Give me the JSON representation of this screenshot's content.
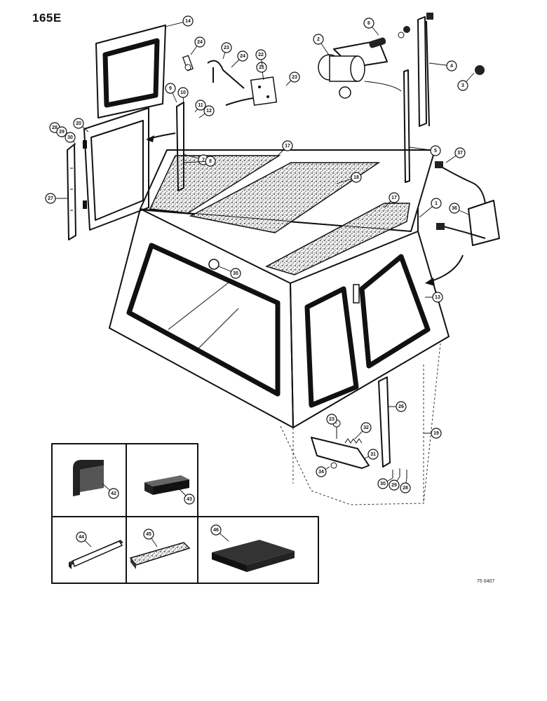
{
  "page_code": "165E",
  "drawing_number": "75 0407",
  "callouts": [
    {
      "id": "c1",
      "label": "1"
    },
    {
      "id": "c2",
      "label": "2"
    },
    {
      "id": "c3",
      "label": "3"
    },
    {
      "id": "c4",
      "label": "4"
    },
    {
      "id": "c5",
      "label": "5"
    },
    {
      "id": "c6",
      "label": "6"
    },
    {
      "id": "c7",
      "label": "7"
    },
    {
      "id": "c8",
      "label": "8"
    },
    {
      "id": "c9",
      "label": "9"
    },
    {
      "id": "c10",
      "label": "10"
    },
    {
      "id": "c11",
      "label": "11"
    },
    {
      "id": "c12",
      "label": "12"
    },
    {
      "id": "c13",
      "label": "13"
    },
    {
      "id": "c14",
      "label": "14"
    },
    {
      "id": "c17a",
      "label": "17"
    },
    {
      "id": "c17b",
      "label": "17"
    },
    {
      "id": "c18",
      "label": "18"
    },
    {
      "id": "c19",
      "label": "19"
    },
    {
      "id": "c20",
      "label": "20"
    },
    {
      "id": "c21",
      "label": "21"
    },
    {
      "id": "c22",
      "label": "22"
    },
    {
      "id": "c23a",
      "label": "23"
    },
    {
      "id": "c23b",
      "label": "23"
    },
    {
      "id": "c23c",
      "label": "23"
    },
    {
      "id": "c24a",
      "label": "24"
    },
    {
      "id": "c24b",
      "label": "24"
    },
    {
      "id": "c26",
      "label": "26"
    },
    {
      "id": "c27",
      "label": "27"
    },
    {
      "id": "c28a",
      "label": "28"
    },
    {
      "id": "c28b",
      "label": "28"
    },
    {
      "id": "c29a",
      "label": "29"
    },
    {
      "id": "c29b",
      "label": "29"
    },
    {
      "id": "c30a",
      "label": "30"
    },
    {
      "id": "c30b",
      "label": "30"
    },
    {
      "id": "c31",
      "label": "31"
    },
    {
      "id": "c32",
      "label": "32"
    },
    {
      "id": "c34",
      "label": "34"
    },
    {
      "id": "c35",
      "label": "35"
    },
    {
      "id": "c36",
      "label": "36"
    },
    {
      "id": "c37",
      "label": "37"
    },
    {
      "id": "c42",
      "label": "42"
    },
    {
      "id": "c43",
      "label": "43"
    },
    {
      "id": "c44",
      "label": "44"
    },
    {
      "id": "c45",
      "label": "45"
    },
    {
      "id": "c46",
      "label": "46"
    }
  ]
}
